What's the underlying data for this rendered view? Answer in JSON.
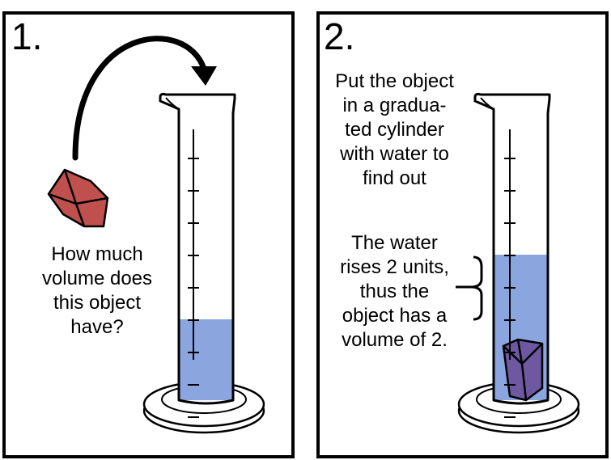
{
  "panels": [
    {
      "number": "1.",
      "caption_lines": [
        "How much",
        "volume does",
        "this object",
        "have?"
      ]
    },
    {
      "number": "2.",
      "instruction_lines": [
        "Put the object",
        "in a gradua-",
        "ted cylinder",
        "with water to",
        "find out"
      ],
      "result_lines": [
        "The water",
        "rises 2 units,",
        "thus the",
        "object has a",
        "volume of 2."
      ]
    }
  ],
  "colors": {
    "water": "#8ba5df",
    "object_dry": "#c0504d",
    "object_submerged": "#6a4a98",
    "outline": "#000000"
  },
  "cylinder": {
    "tick_count": 9,
    "panel1_water_units": 2,
    "panel2_water_units": 4,
    "rise_units": 2
  }
}
